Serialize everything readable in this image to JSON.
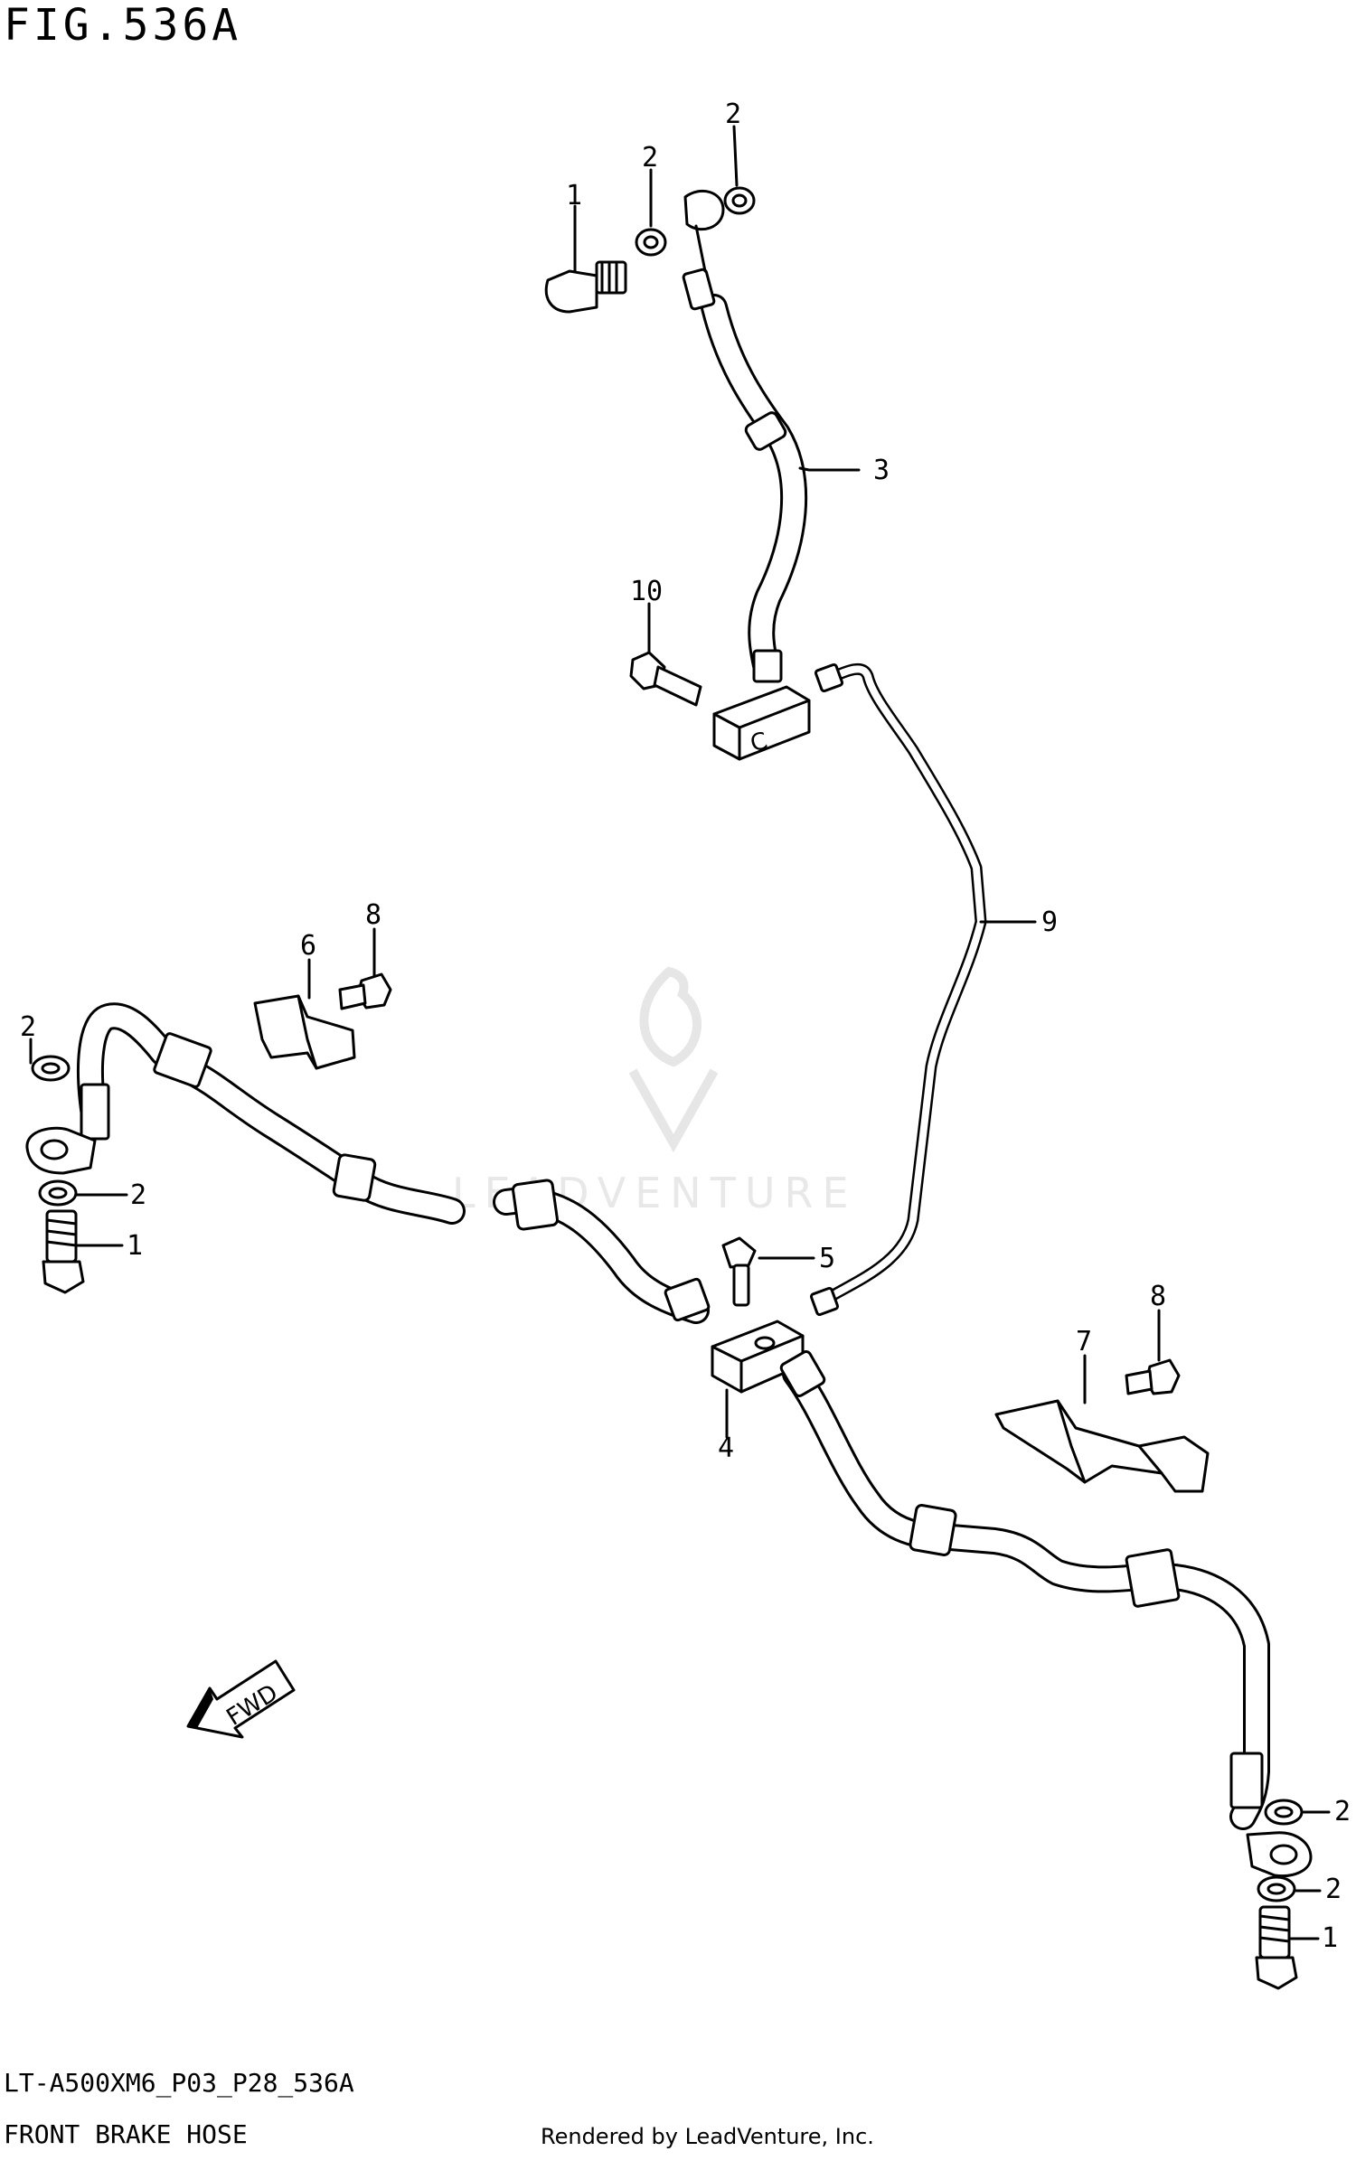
{
  "figure_title": "FIG.536A",
  "diagram_code": "LT-A500XM6_P03_P28_536A",
  "diagram_name": "FRONT BRAKE HOSE",
  "render_credit": "Rendered by LeadVenture, Inc.",
  "watermark_text": "LEADVENTURE",
  "junction_letter": "C",
  "fwd_label": "FWD",
  "callouts": [
    {
      "id": "1",
      "part": "union-bolt-top"
    },
    {
      "id": "2",
      "part": "washer-top-a"
    },
    {
      "id": "2",
      "part": "washer-top-b"
    },
    {
      "id": "3",
      "part": "brake-hose-upper"
    },
    {
      "id": "10",
      "part": "bolt-upper-junction"
    },
    {
      "id": "9",
      "part": "brake-pipe"
    },
    {
      "id": "6",
      "part": "clamp-left"
    },
    {
      "id": "8",
      "part": "bolt-clamp-left"
    },
    {
      "id": "2",
      "part": "washer-left-a"
    },
    {
      "id": "2",
      "part": "washer-left-b"
    },
    {
      "id": "1",
      "part": "union-bolt-left"
    },
    {
      "id": "5",
      "part": "bolt-lower-junction"
    },
    {
      "id": "4",
      "part": "lower-junction"
    },
    {
      "id": "8",
      "part": "bolt-clamp-right"
    },
    {
      "id": "7",
      "part": "clamp-right"
    },
    {
      "id": "2",
      "part": "washer-right-a"
    },
    {
      "id": "2",
      "part": "washer-right-b"
    },
    {
      "id": "1",
      "part": "union-bolt-right"
    }
  ]
}
